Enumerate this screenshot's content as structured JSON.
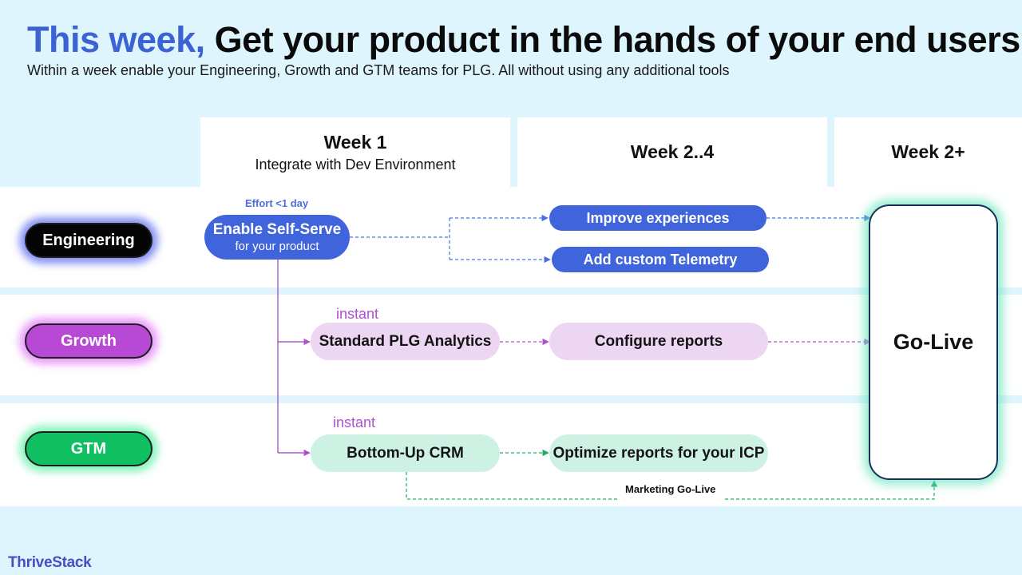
{
  "header": {
    "title_accent": "This week,",
    "title_main": "Get your product in the hands of your end users",
    "subtitle": "Within a week enable your Engineering, Growth and GTM teams for PLG. All without using any additional tools"
  },
  "columns": [
    {
      "title": "Week 1",
      "subtitle": "Integrate with Dev Environment"
    },
    {
      "title": "Week 2..4",
      "subtitle": ""
    },
    {
      "title": "Week 2+",
      "subtitle": ""
    }
  ],
  "lanes": {
    "engineering": {
      "label": "Engineering",
      "color": "#050505",
      "glow": "#5b6cf0"
    },
    "growth": {
      "label": "Growth",
      "color": "#b849d4",
      "glow": "#e07cf5"
    },
    "gtm": {
      "label": "GTM",
      "color": "#0fbf62",
      "glow": "#63f0aa"
    }
  },
  "nodes": {
    "effort_label": "Effort <1 day",
    "enable_self_serve": {
      "title": "Enable Self-Serve",
      "sub": "for your product"
    },
    "improve_experiences": "Improve experiences",
    "add_custom_telemetry": "Add custom Telemetry",
    "instant_growth": "instant",
    "standard_plg_analytics": "Standard PLG Analytics",
    "configure_reports": "Configure reports",
    "instant_gtm": "instant",
    "bottom_up_crm": "Bottom-Up CRM",
    "optimize_reports": "Optimize reports for your ICP",
    "marketing_go_live": "Marketing Go-Live",
    "go_live": "Go-Live"
  },
  "colors": {
    "background": "#def5fd",
    "blue": "#3f64dc",
    "purple_fill": "#ecd6f2",
    "green_fill": "#cdf2e3",
    "purple_line": "#b04fd0",
    "green_line": "#1fae66",
    "blue_line": "#4a6ee0"
  },
  "branding": {
    "logo": "ThriveStack"
  }
}
